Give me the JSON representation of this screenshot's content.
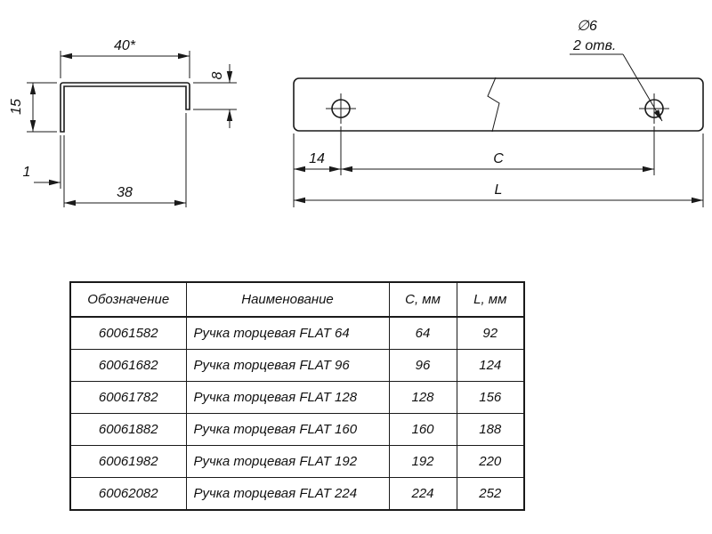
{
  "page": {
    "background": "#ffffff",
    "line_color": "#1a1a1a"
  },
  "profile_view": {
    "dim_top_width": "40*",
    "dim_left_height": "15",
    "dim_right_height": "8",
    "dim_thickness": "1",
    "dim_inner_width": "38"
  },
  "side_view": {
    "hole_diameter": "∅6",
    "hole_count": "2 отв.",
    "dim_edge_to_hole": "14",
    "dim_hole_spacing": "C",
    "dim_total_length": "L"
  },
  "table": {
    "headers": [
      "Обозначение",
      "Наименование",
      "C, мм",
      "L, мм"
    ],
    "rows": [
      {
        "code": "60061582",
        "name": "Ручка торцевая FLAT 64",
        "c": "64",
        "l": "92"
      },
      {
        "code": "60061682",
        "name": "Ручка торцевая FLAT 96",
        "c": "96",
        "l": "124"
      },
      {
        "code": "60061782",
        "name": "Ручка торцевая FLAT 128",
        "c": "128",
        "l": "156"
      },
      {
        "code": "60061882",
        "name": "Ручка торцевая FLAT 160",
        "c": "160",
        "l": "188"
      },
      {
        "code": "60061982",
        "name": "Ручка торцевая FLAT 192",
        "c": "192",
        "l": "220"
      },
      {
        "code": "60062082",
        "name": "Ручка торцевая FLAT 224",
        "c": "224",
        "l": "252"
      }
    ]
  }
}
